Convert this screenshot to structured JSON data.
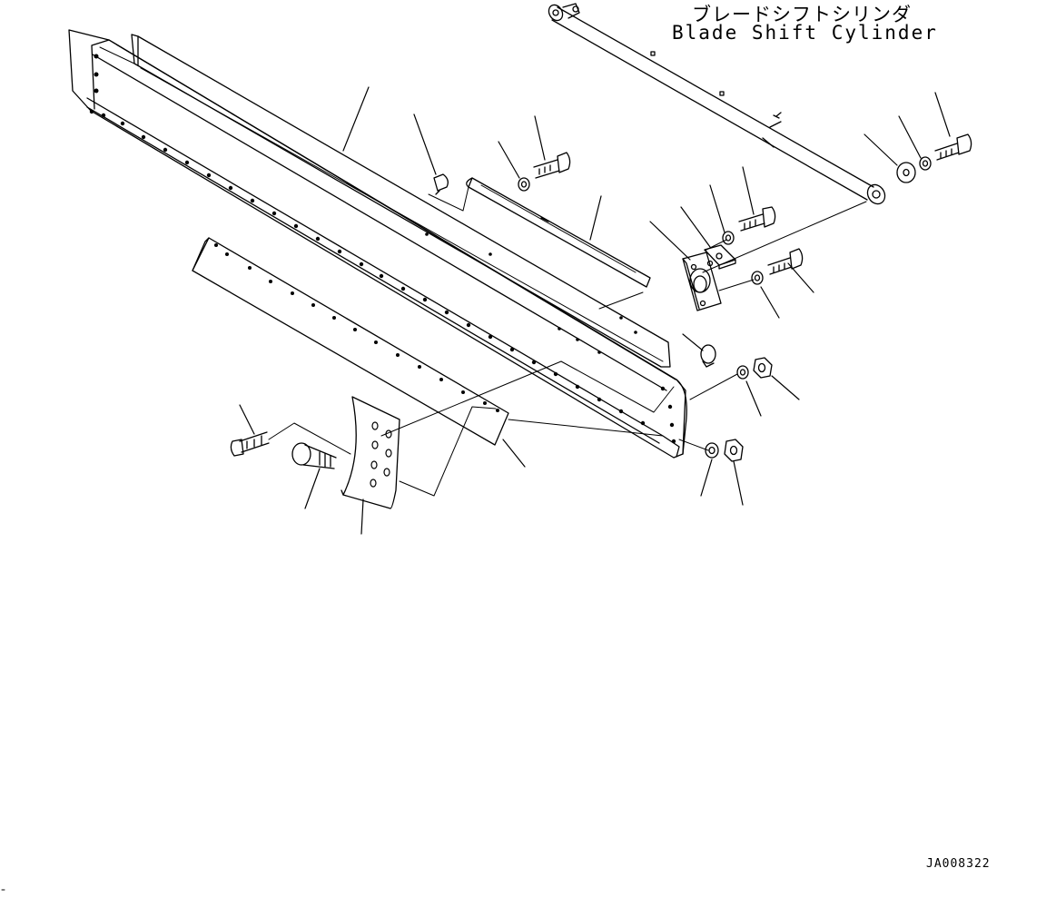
{
  "diagram": {
    "title_jp": "ブレードシフトシリンダ",
    "title_en": "Blade Shift Cylinder",
    "drawing_code": "JA008322"
  },
  "colors": {
    "line": "#000000",
    "background": "#ffffff",
    "light": "#8a8a8a"
  }
}
